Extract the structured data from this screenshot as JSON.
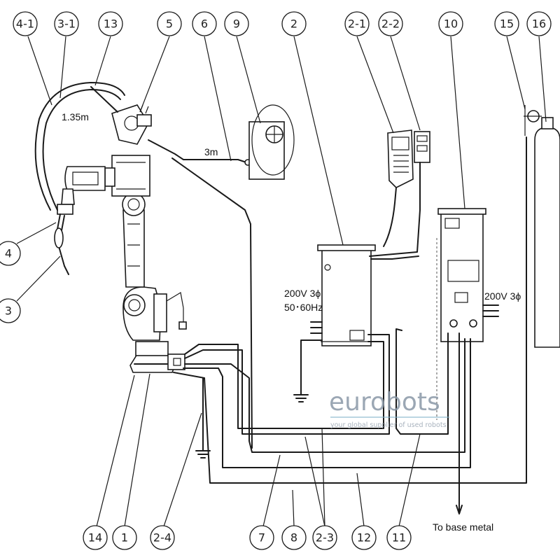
{
  "callouts": [
    "4-1",
    "3-1",
    "13",
    "5",
    "6",
    "9",
    "2",
    "2-1",
    "2-2",
    "10",
    "15",
    "16",
    "4",
    "3",
    "14",
    "1",
    "2-4",
    "7",
    "8",
    "2-3",
    "12",
    "11"
  ],
  "labels": {
    "cable_135": "1.35m",
    "cable_3m": "3m",
    "controller_voltage": "200V 3ϕ",
    "controller_freq": "50･60Hz",
    "welder_voltage": "200V 3ϕ",
    "base_metal": "To base metal"
  },
  "watermark": {
    "brand": "eurobots",
    "tagline": "your global supplier of used robots",
    "color": "#8a98a8",
    "accent": "#7fb3c8"
  },
  "icons": [
    "robot-arm-icon",
    "welding-torch-icon",
    "wire-feeder-icon",
    "teach-pendant-icon",
    "gas-cylinder-icon",
    "ground-symbol-icon"
  ]
}
